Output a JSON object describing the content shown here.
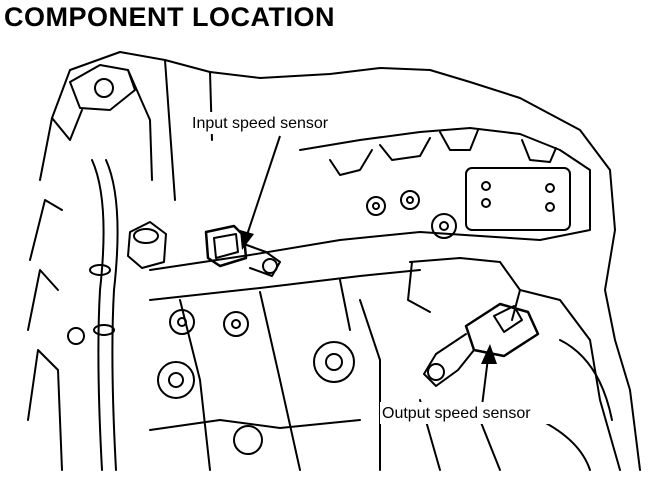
{
  "title": "COMPONENT LOCATION",
  "labels": {
    "input_sensor": "Input speed sensor",
    "output_sensor": "Output speed sensor"
  }
}
